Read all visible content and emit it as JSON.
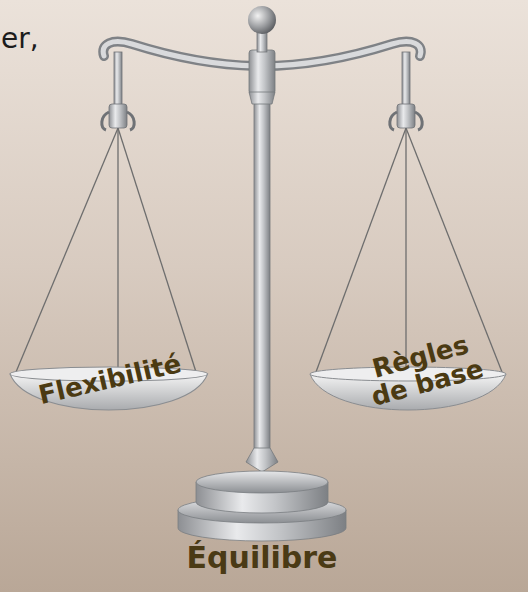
{
  "diagram": {
    "nodes": [
      {
        "text": [
          "Flexibilité"
        ]
      },
      {
        "text": [
          "Règles de base"
        ]
      }
    ],
    "labels": [
      "er,",
      "Équilibre"
    ]
  }
}
